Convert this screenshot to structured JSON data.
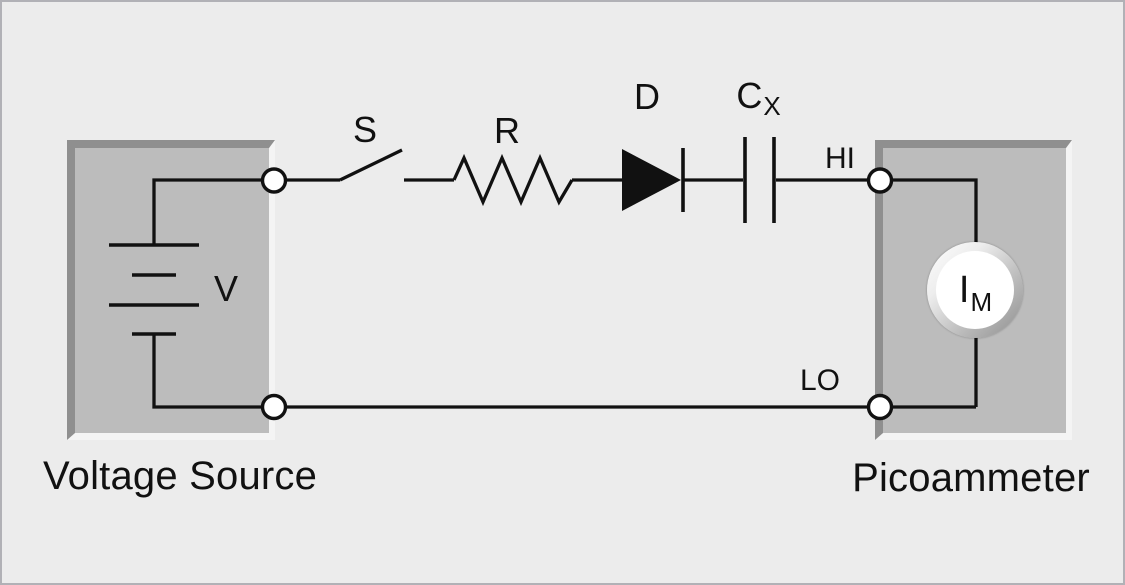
{
  "figure": {
    "boxes": {
      "left_title": "Voltage Source",
      "right_title": "Picoammeter"
    },
    "labels": {
      "switch": "S",
      "resistor": "R",
      "diode": "D",
      "capacitor_main": "C",
      "capacitor_sub": "X",
      "battery": "V",
      "hi": "HI",
      "lo": "LO",
      "meter_main": "I",
      "meter_sub": "M"
    },
    "colors": {
      "background": "#ececec",
      "frame_border": "#b1b1b6",
      "line": "#111111",
      "box_fill": "#bcbcbc",
      "box_dark_edge": "#8f8f8f",
      "box_light_edge": "#f4f4f4"
    }
  }
}
